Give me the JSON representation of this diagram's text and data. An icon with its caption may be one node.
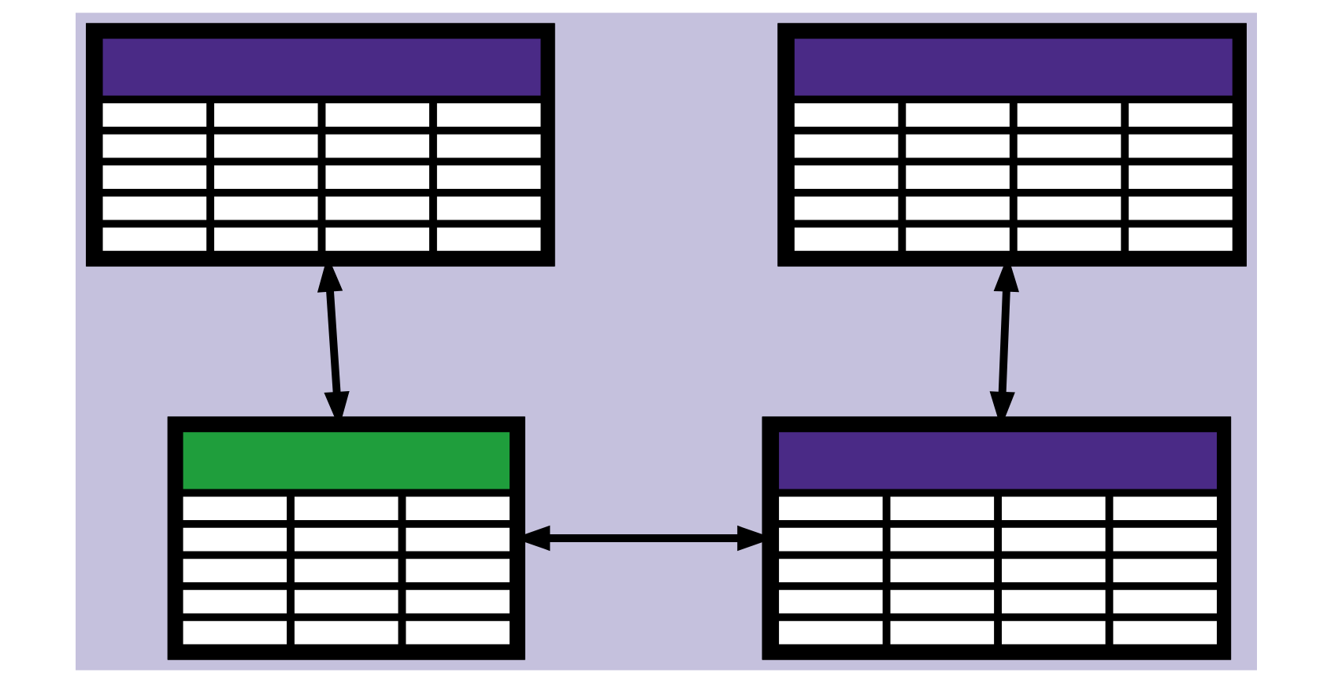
{
  "diagram": {
    "nodes": [
      {
        "text": [],
        "shape": "table"
      },
      {
        "text": [],
        "shape": "table"
      },
      {
        "text": [],
        "shape": "table"
      },
      {
        "text": [],
        "shape": "table"
      }
    ],
    "edges": [
      {
        "from": 0,
        "to": 2,
        "arrow": "both"
      },
      {
        "from": 2,
        "to": 3,
        "arrow": "both"
      },
      {
        "from": 1,
        "to": 3,
        "arrow": "both"
      }
    ]
  }
}
